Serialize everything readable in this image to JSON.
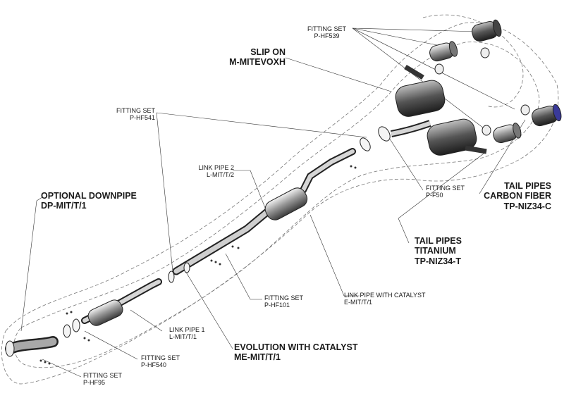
{
  "labels": {
    "slip_on": {
      "title": "SLIP ON",
      "code": "M-MITEVOXH"
    },
    "fitting_hf539": {
      "title": "FITTING SET",
      "code": "P-HF539"
    },
    "fitting_hf541": {
      "title": "FITTING SET",
      "code": "P-HF541"
    },
    "link_pipe_2": {
      "title": "LINK PIPE 2",
      "code": "L-MIT/T/2"
    },
    "fitting_f50": {
      "title": "FITTING SET",
      "code": "P-F50"
    },
    "tail_carbon": {
      "title": "TAIL PIPES",
      "subtitle": "CARBON FIBER",
      "code": "TP-NIZ34-C"
    },
    "tail_titanium": {
      "title": "TAIL PIPES",
      "subtitle": "TITANIUM",
      "code": "TP-NIZ34-T"
    },
    "optional_downpipe": {
      "title": "OPTIONAL DOWNPIPE",
      "code": "DP-MIT/T/1"
    },
    "link_pipe_catalyst": {
      "title": "LINK PIPE WITH CATALYST",
      "code": "E-MIT/T/1"
    },
    "fitting_hf101": {
      "title": "FITTING SET",
      "code": "P-HF101"
    },
    "link_pipe_1": {
      "title": "LINK PIPE 1",
      "code": "L-MIT/T/1"
    },
    "evolution": {
      "title": "EVOLUTION WITH CATALYST",
      "code": "ME-MIT/T/1"
    },
    "fitting_hf540": {
      "title": "FITTING SET",
      "code": "P-HF540"
    },
    "fitting_hf95": {
      "title": "FITTING SET",
      "code": "P-HF95"
    }
  }
}
